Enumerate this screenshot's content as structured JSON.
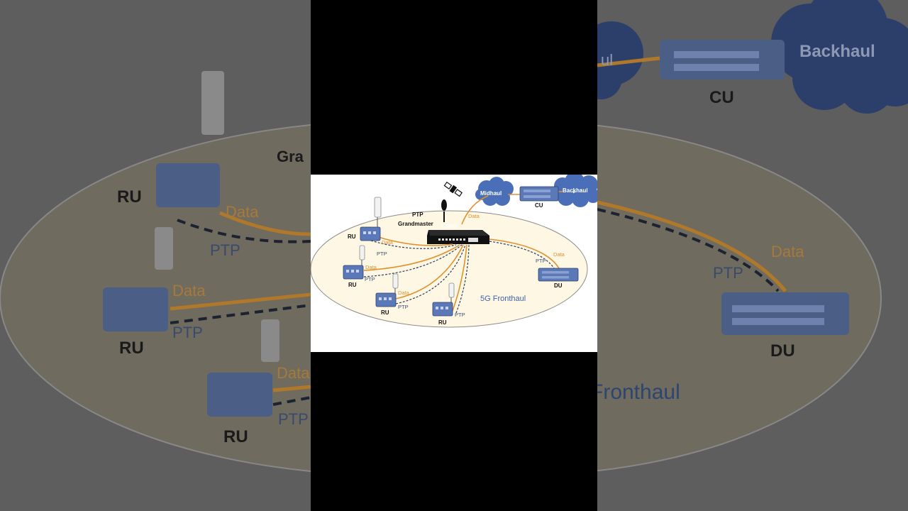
{
  "diagram": {
    "gnss_label": "GNSS",
    "ptp_label": "PTP",
    "grandmaster_label": "Grandmaster",
    "midhaul_label": "Midhaul",
    "backhaul_label": "Backhaul",
    "cu_label": "CU",
    "du_label": "DU",
    "ru_label": "RU",
    "data_label": "Data",
    "fronthaul_label": "5G Fronthaul"
  },
  "colors": {
    "device_blue": "#5b78b8",
    "cloud_blue": "#4a6fb8",
    "data_line": "#e0912f",
    "ptp_line": "#2f3f60",
    "ellipse_fill": "#fdf7e3",
    "fronthaul_text": "#3d63a8"
  }
}
